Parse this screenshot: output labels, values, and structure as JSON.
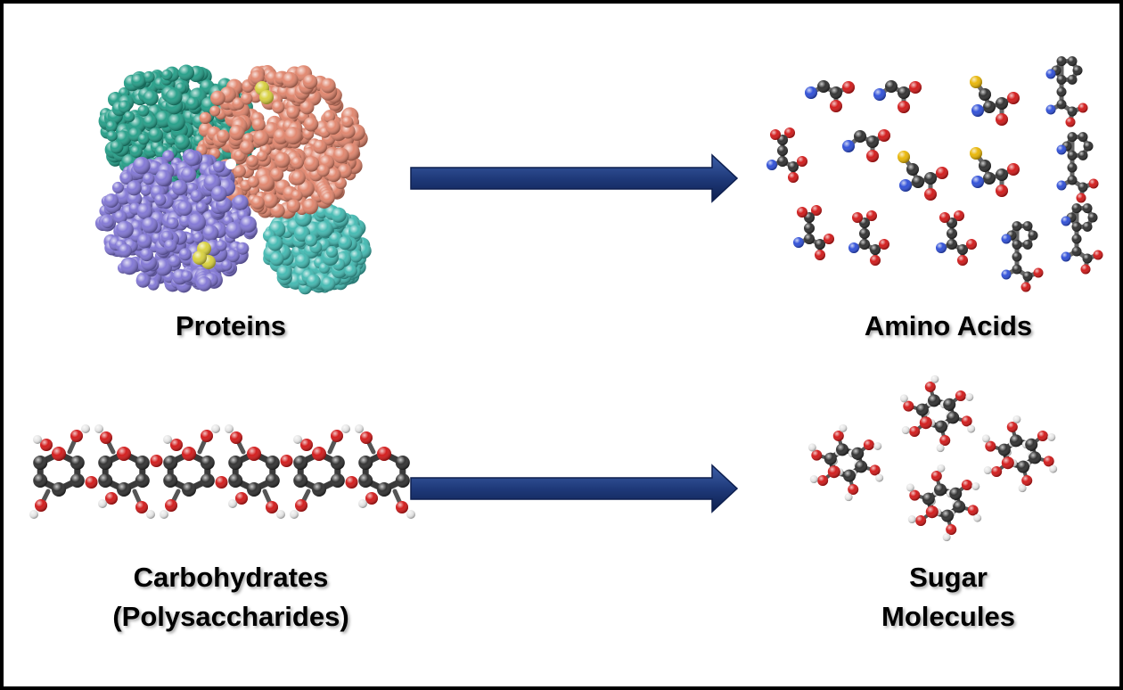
{
  "diagram": {
    "rows": [
      {
        "source": {
          "label": "Proteins",
          "image": "protein-3d-structure"
        },
        "arrow": "right-arrow",
        "product": {
          "label": "Amino Acids",
          "image": "amino-acid-molecules"
        }
      },
      {
        "source": {
          "label_line1": "Carbohydrates",
          "label_line2": "(Polysaccharides)",
          "image": "polysaccharide-chain"
        },
        "arrow": "right-arrow",
        "product": {
          "label_line1": "Sugar",
          "label_line2": "Molecules",
          "image": "sugar-molecules"
        }
      }
    ]
  },
  "colors": {
    "arrow_fill": "#1f3a7a",
    "arrow_dark": "#0d1f4f",
    "carbon": "#2b2b2b",
    "oxygen": "#d11414",
    "nitrogen": "#2a4bd7",
    "sulfur": "#e8b400",
    "hydrogen": "#e6e6e6",
    "protein_green": "#1f9c85",
    "protein_salmon": "#e0836a",
    "protein_purple": "#7f74d4",
    "protein_teal": "#3fb8b0"
  }
}
